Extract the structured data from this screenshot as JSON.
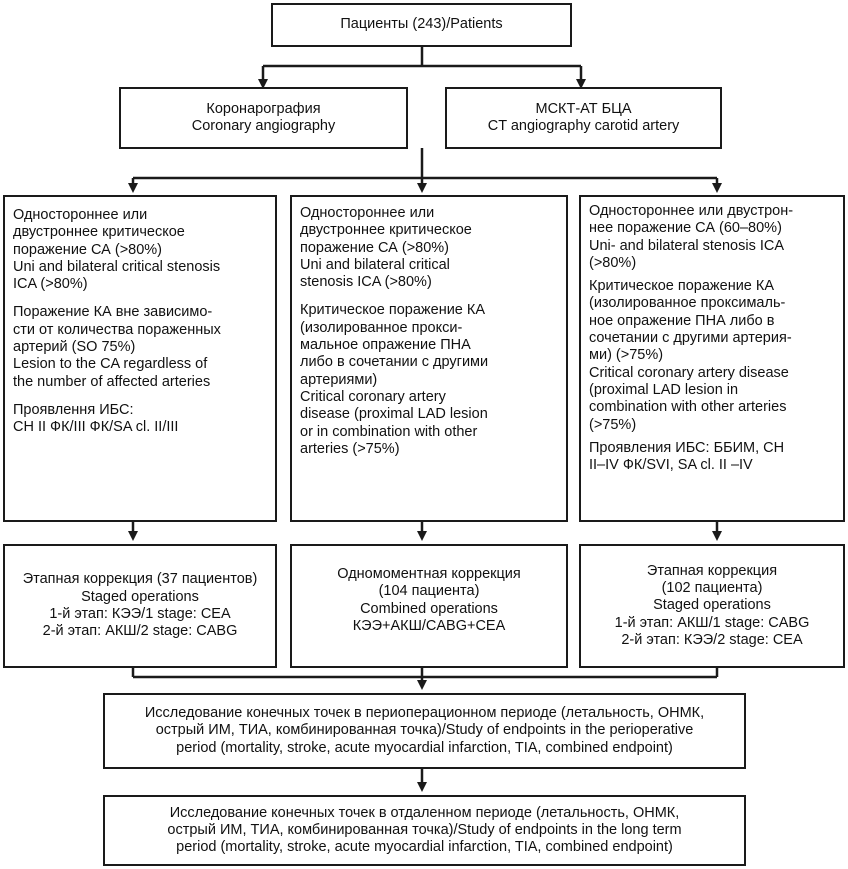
{
  "patients": "Пациенты (243)/Patients",
  "method_left": [
    "Коронарография",
    "Coronary angiography"
  ],
  "method_right": [
    "МСКТ-АТ БЦА",
    "CT angiography carotid artery"
  ],
  "group1": {
    "block1": [
      "Одностороннее или",
      "двустроннее критическое",
      "поражение СА (>80%)",
      "Uni and bilateral critical stenosis",
      "ICA (>80%)"
    ],
    "block2": [
      "Поражение КА вне зависимо-",
      "сти от количества пораженных",
      "артерий (SO 75%)",
      "Lesion to the CA regardless of",
      "the number of affected arteries"
    ],
    "block3": [
      "Проявлення ИБС:",
      "CH II ФК/III ФК/SA cl. II/III"
    ]
  },
  "group2": {
    "block1": [
      "Одностороннее или",
      "двустроннее критическое",
      "поражение СА (>80%)",
      "Uni and bilateral critical",
      "stenosis ICA (>80%)"
    ],
    "block2": [
      "Критическое поражение КА",
      "(изолированное прокси-",
      "мальное опражение ПНА",
      "либо в сочетании с другими",
      "артериями)",
      "Critical coronary artery",
      "disease (proximal LAD lesion",
      "or in combination with other",
      "arteries (>75%)"
    ]
  },
  "group3": {
    "block1": [
      "Одностороннее или двустрон-",
      "нее поражение СА (60–80%)",
      "Uni- and bilateral stenosis ICA",
      "(>80%)"
    ],
    "block2": [
      "Критическое поражение КА",
      "(изолированное проксималь-",
      "ное опражение ПНА либо в",
      "сочетании с другими артерия-",
      "ми) (>75%)",
      "Critical coronary artery disease",
      "(proximal LAD lesion in",
      "combination with other arteries",
      "(>75%)"
    ],
    "block3": [
      "Проявления ИБС: ББИМ, CH",
      "II–IV ФК/SVI, SA cl. II –IV"
    ]
  },
  "op1": [
    "Этапная коррекция (37 пациентов)",
    "Staged operations",
    "1-й этап: КЭЭ/1 stage: CEA",
    "2-й этап: АКШ/2 stage: CABG"
  ],
  "op2": [
    "Одномоментная коррекция",
    "(104 пациента)",
    "Combined operations",
    "КЭЭ+АКШ/CABG+CEA"
  ],
  "op3": [
    "Этапная коррекция",
    "(102 пациента)",
    "Staged operations",
    "1-й этап: АКШ/1 stage: CABG",
    "2-й этап: КЭЭ/2 stage: CEA"
  ],
  "periop": [
    "Исследование конечных точек в периопeрационном периоде (летальность, ОНМК,",
    "острый ИМ, ТИА, комбинированная точка)/Study of endpoints in the perioperative",
    "period (mortality, stroke, acute myocardial infarction, TIA, combined endpoint)"
  ],
  "longterm": [
    "Исследование конечных точек в отдаленном периоде  (летальность, ОНМК,",
    "острый ИМ, ТИА, комбинированная точка)/Study of endpoints in the long term",
    "period (mortality, stroke, acute myocardial infarction, TIA, combined endpoint)"
  ]
}
